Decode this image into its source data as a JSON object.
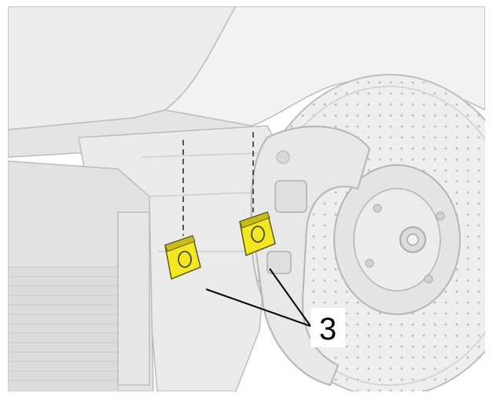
{
  "callouts": [
    {
      "number": "3"
    }
  ],
  "colors": {
    "highlight_part": "#f3e81d",
    "highlight_part_shade": "#c9be10",
    "background_parts": "#e6e6e6",
    "outline": "#bdbdbd",
    "leader_line": "#000000",
    "callout_box": "#ffffff"
  },
  "parts": [
    {
      "name": "brake-disc"
    },
    {
      "name": "brake-caliper"
    },
    {
      "name": "wheel-hub"
    },
    {
      "name": "fender"
    },
    {
      "name": "wheel-arch-bracket"
    },
    {
      "name": "radiator"
    },
    {
      "name": "pad-left",
      "highlighted": true
    },
    {
      "name": "pad-right",
      "highlighted": true
    }
  ]
}
